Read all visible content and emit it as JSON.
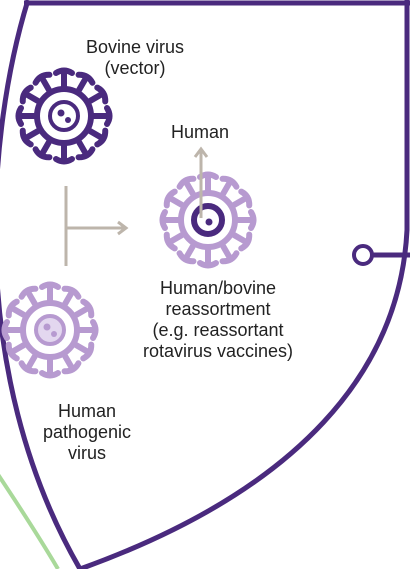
{
  "colors": {
    "dark_purple": "#4a2a7e",
    "light_purple": "#b79ad0",
    "light_purple_fill": "#e3d7ef",
    "arrow_gray": "#bdb5ab",
    "green": "#a9d99a",
    "text": "#222222",
    "background": "#ffffff"
  },
  "labels": {
    "bovine": {
      "line1": "Bovine virus",
      "line2": "(vector)"
    },
    "human_arrow": "Human",
    "reassortment": {
      "line1": "Human/bovine",
      "line2": "reassortment",
      "line3": "(e.g. reassortant",
      "line4": "rotavirus vaccines)"
    },
    "human_pathogen": {
      "line1": "Human",
      "line2": "pathogenic",
      "line3": "virus"
    }
  },
  "icons": {
    "bovine_virus": "virus-icon",
    "reassortant_virus": "virus-icon",
    "human_pathogen_virus": "virus-icon",
    "connector": "circle-node-icon"
  }
}
